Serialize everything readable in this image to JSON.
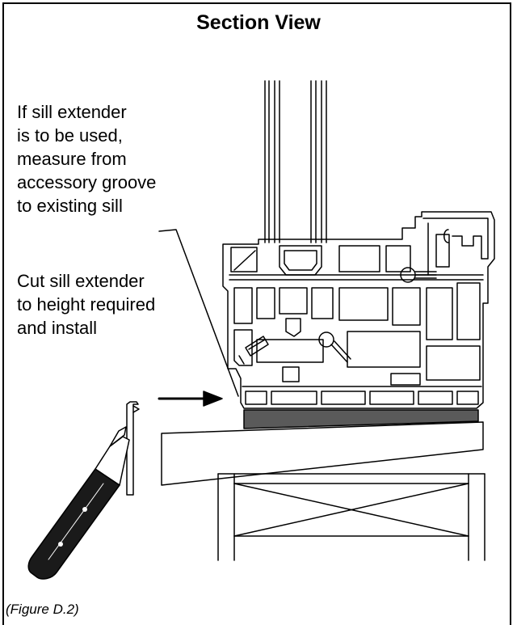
{
  "title": "Section View",
  "notes": {
    "measure": [
      "If sill extender",
      "is to be used,",
      "measure from",
      "accessory groove",
      "to existing sill"
    ],
    "cut": [
      "Cut sill extender",
      "to height required",
      "and install"
    ]
  },
  "caption": "(Figure D.2)",
  "colors": {
    "line": "#000000",
    "sill_shim": "#5a5a5a",
    "background": "#ffffff"
  }
}
